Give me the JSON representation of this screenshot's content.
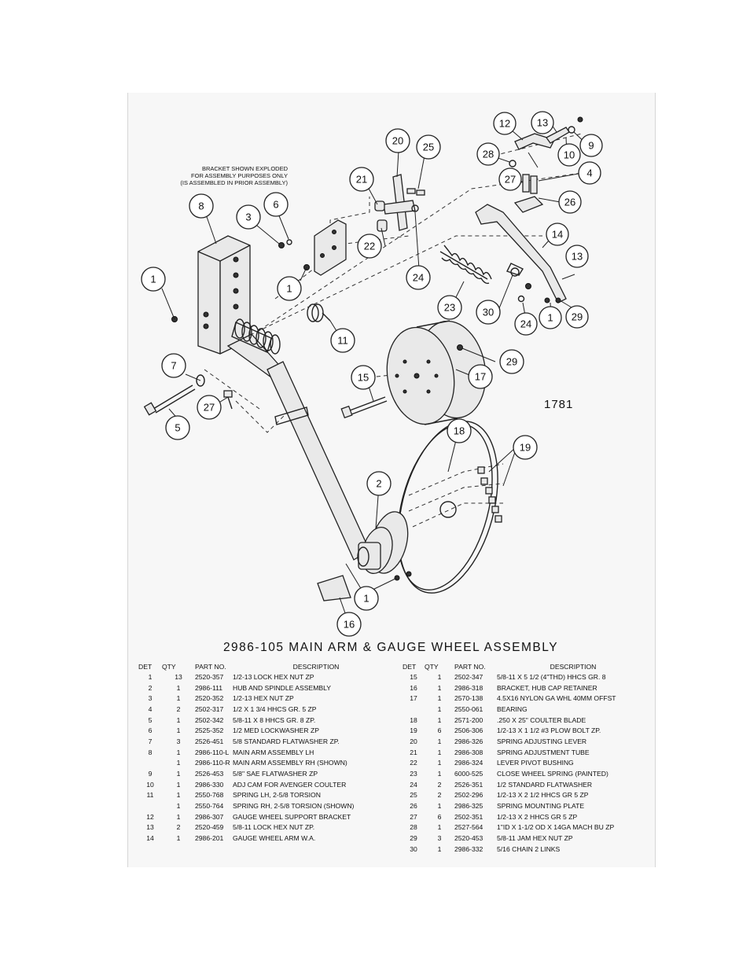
{
  "title": "2986-105 MAIN ARM & GAUGE WHEEL ASSEMBLY",
  "drawing_number": "1781",
  "note": [
    "BRACKET SHOWN EXPLODED",
    "FOR ASSEMBLY PURPOSES ONLY",
    "(IS ASSEMBLED IN PRIOR ASSEMBLY)"
  ],
  "headers": {
    "det": "DET",
    "qty": "QTY",
    "part": "PART NO.",
    "desc": "DESCRIPTION"
  },
  "parts_left": [
    {
      "det": "1",
      "qty": "13",
      "part": "2520-357",
      "desc": "1/2-13 LOCK HEX NUT ZP"
    },
    {
      "det": "2",
      "qty": "1",
      "part": "2986-111",
      "desc": "HUB AND SPINDLE ASSEMBLY"
    },
    {
      "det": "3",
      "qty": "1",
      "part": "2520-352",
      "desc": "1/2-13 HEX NUT ZP"
    },
    {
      "det": "4",
      "qty": "2",
      "part": "2502-317",
      "desc": "1/2 X 1 3/4 HHCS GR. 5 ZP"
    },
    {
      "det": "5",
      "qty": "1",
      "part": "2502-342",
      "desc": "5/8-11 X 8 HHCS GR. 8 ZP."
    },
    {
      "det": "6",
      "qty": "1",
      "part": "2525-352",
      "desc": "1/2 MED LOCKWASHER ZP"
    },
    {
      "det": "7",
      "qty": "3",
      "part": "2526-451",
      "desc": "5/8 STANDARD FLATWASHER ZP."
    },
    {
      "det": "8",
      "qty": "1",
      "part": "2986-110-L",
      "desc": "MAIN ARM ASSEMBLY LH"
    },
    {
      "det": "",
      "qty": "1",
      "part": "2986-110-R",
      "desc": "MAIN ARM ASSEMBLY RH (SHOWN)"
    },
    {
      "det": "9",
      "qty": "1",
      "part": "2526-453",
      "desc": "5/8\" SAE FLATWASHER ZP"
    },
    {
      "det": "10",
      "qty": "1",
      "part": "2986-330",
      "desc": "ADJ CAM FOR AVENGER COULTER"
    },
    {
      "det": "11",
      "qty": "1",
      "part": "2550-768",
      "desc": "SPRING LH, 2-5/8 TORSION"
    },
    {
      "det": "",
      "qty": "1",
      "part": "2550-764",
      "desc": "SPRING RH, 2-5/8 TORSION (SHOWN)"
    },
    {
      "det": "12",
      "qty": "1",
      "part": "2986-307",
      "desc": "GAUGE WHEEL SUPPORT BRACKET"
    },
    {
      "det": "13",
      "qty": "2",
      "part": "2520-459",
      "desc": "5/8-11 LOCK HEX NUT ZP."
    },
    {
      "det": "14",
      "qty": "1",
      "part": "2986-201",
      "desc": "GAUGE WHEEL ARM W.A."
    }
  ],
  "parts_right": [
    {
      "det": "15",
      "qty": "1",
      "part": "2502-347",
      "desc": "5/8-11 X 5 1/2 (4\"THD) HHCS GR. 8"
    },
    {
      "det": "16",
      "qty": "1",
      "part": "2986-318",
      "desc": "BRACKET, HUB CAP RETAINER"
    },
    {
      "det": "17",
      "qty": "1",
      "part": "2570-138",
      "desc": "4.5X16 NYLON GA WHL 40MM OFFST"
    },
    {
      "det": "",
      "qty": "1",
      "part": "2550-061",
      "desc": "BEARING"
    },
    {
      "det": "18",
      "qty": "1",
      "part": "2571-200",
      "desc": ".250 X 25\" COULTER BLADE"
    },
    {
      "det": "19",
      "qty": "6",
      "part": "2506-306",
      "desc": "1/2-13 X 1 1/2 #3 PLOW BOLT ZP."
    },
    {
      "det": "20",
      "qty": "1",
      "part": "2986-326",
      "desc": "SPRING ADJUSTING LEVER"
    },
    {
      "det": "21",
      "qty": "1",
      "part": "2986-308",
      "desc": "SPRING ADJUSTMENT TUBE"
    },
    {
      "det": "22",
      "qty": "1",
      "part": "2986-324",
      "desc": "LEVER PIVOT BUSHING"
    },
    {
      "det": "23",
      "qty": "1",
      "part": "6000-525",
      "desc": "CLOSE WHEEL SPRING (PAINTED)"
    },
    {
      "det": "24",
      "qty": "2",
      "part": "2526-351",
      "desc": "1/2 STANDARD FLATWASHER"
    },
    {
      "det": "25",
      "qty": "2",
      "part": "2502-296",
      "desc": "1/2-13 X 2 1/2 HHCS GR 5 ZP"
    },
    {
      "det": "26",
      "qty": "1",
      "part": "2986-325",
      "desc": "SPRING MOUNTING PLATE"
    },
    {
      "det": "27",
      "qty": "6",
      "part": "2502-351",
      "desc": "1/2-13 X 2 HHCS GR 5 ZP"
    },
    {
      "det": "28",
      "qty": "1",
      "part": "2527-564",
      "desc": "1\"ID X 1-1/2 OD X 14GA MACH BU ZP"
    },
    {
      "det": "29",
      "qty": "3",
      "part": "2520-453",
      "desc": "5/8-11 JAM HEX NUT ZP"
    },
    {
      "det": "30",
      "qty": "1",
      "part": "2986-332",
      "desc": "5/16 CHAIN 2 LINKS"
    }
  ],
  "callouts": [
    {
      "n": "1"
    },
    {
      "n": "1"
    },
    {
      "n": "1"
    },
    {
      "n": "1"
    },
    {
      "n": "2"
    },
    {
      "n": "3"
    },
    {
      "n": "4"
    },
    {
      "n": "5"
    },
    {
      "n": "6"
    },
    {
      "n": "7"
    },
    {
      "n": "8"
    },
    {
      "n": "9"
    },
    {
      "n": "10"
    },
    {
      "n": "11"
    },
    {
      "n": "12"
    },
    {
      "n": "13"
    },
    {
      "n": "13"
    },
    {
      "n": "14"
    },
    {
      "n": "15"
    },
    {
      "n": "16"
    },
    {
      "n": "17"
    },
    {
      "n": "18"
    },
    {
      "n": "19"
    },
    {
      "n": "20"
    },
    {
      "n": "21"
    },
    {
      "n": "22"
    },
    {
      "n": "23"
    },
    {
      "n": "24"
    },
    {
      "n": "24"
    },
    {
      "n": "25"
    },
    {
      "n": "26"
    },
    {
      "n": "27"
    },
    {
      "n": "27"
    },
    {
      "n": "28"
    },
    {
      "n": "29"
    },
    {
      "n": "29"
    },
    {
      "n": "30"
    }
  ]
}
